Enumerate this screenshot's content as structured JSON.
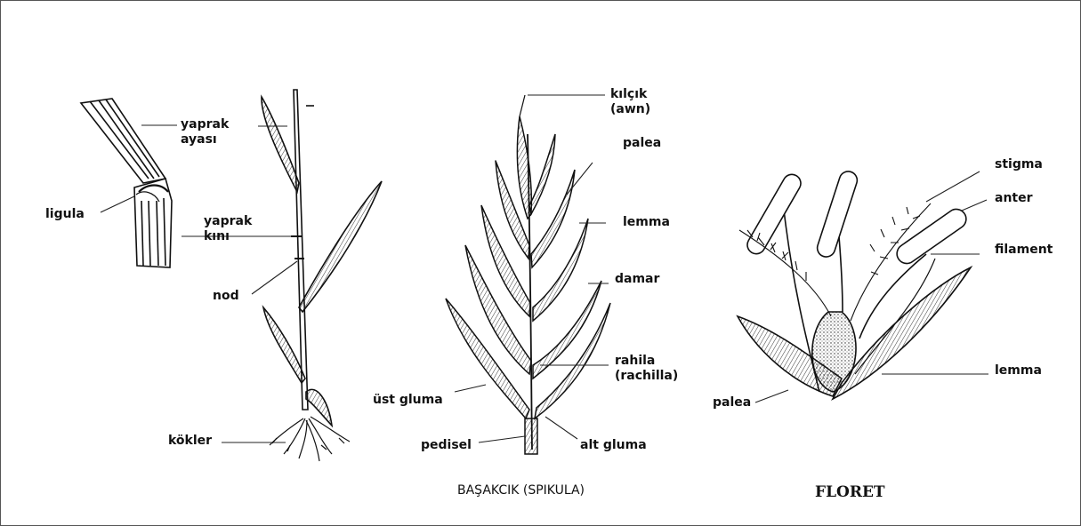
{
  "labels": {
    "yaprak_ayasi": [
      "yaprak",
      "ayası"
    ],
    "ligula": "ligula",
    "yaprak_kini": [
      "yaprak",
      "kını"
    ],
    "nod": "nod",
    "kokler": "kökler",
    "kilcik": [
      "kılçık",
      "(awn)"
    ],
    "palea_spike": "palea",
    "lemma_spike": "lemma",
    "damar": "damar",
    "rahila": [
      "rahila",
      "(rachilla)"
    ],
    "ust_gluma": "üst gluma",
    "pedisel": "pedisel",
    "alt_gluma": "alt gluma",
    "stigma": "stigma",
    "anter": "anter",
    "filament": "filament",
    "lemma_floret": "lemma",
    "palea_floret": "palea"
  },
  "titles": {
    "spikelet": "BAŞAKCIK (SPIKULA)",
    "floret": "FLORET"
  },
  "colors": {
    "ink": "#111111",
    "paper": "#ffffff"
  }
}
